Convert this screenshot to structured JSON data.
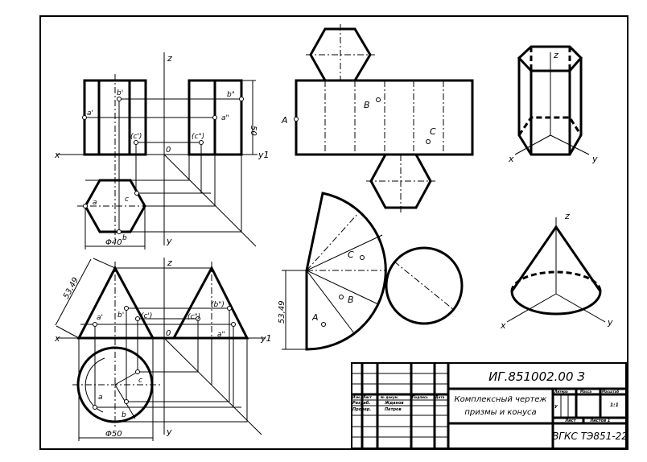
{
  "title_block": {
    "doc_number": "ИГ.851002.00 З",
    "title_line1": "Комплексный чертеж",
    "title_line2": "призмы и конуса",
    "organization": "ВГКС ТЭ851-22",
    "col_headers": [
      "Изм.",
      "Лист",
      "№ докум.",
      "Подпись",
      "Дата"
    ],
    "row_labels": [
      "Разраб.",
      "Провер."
    ],
    "names": [
      "Жданов",
      "Петров"
    ],
    "lit_header": "Литера",
    "mass_header": "Масса",
    "scale_header": "Масштаб",
    "lit_value": "У",
    "scale_value": "1:1",
    "sheet_label": "Лист",
    "sheets_label": "Листов 1"
  },
  "prism_views": {
    "axis_z": "z",
    "axis_x": "x",
    "axis_y": "y",
    "axis_y1": "y1",
    "origin": "0",
    "labels": [
      "b'",
      "a'",
      "(c')",
      "(c\")",
      "b\"",
      "a\"",
      "a",
      "c",
      "b"
    ],
    "dim_height": "50",
    "dim_diameter": "Φ40"
  },
  "cone_views": {
    "axis_z": "z",
    "axis_x": "x",
    "axis_y": "y",
    "axis_y1": "y1",
    "origin": "0",
    "labels": [
      "a'",
      "b'",
      "(c')",
      "(c\")",
      "(b\")",
      "a\"",
      "a",
      "c",
      "b"
    ],
    "dim_generatrix": "53,49",
    "dim_diameter": "Φ50"
  },
  "prism_net": {
    "labels": [
      "A",
      "B",
      "C"
    ]
  },
  "cone_net": {
    "labels": [
      "A",
      "B",
      "C"
    ],
    "dim": "53,49"
  },
  "iso_prism": {
    "axes": [
      "z",
      "x",
      "y"
    ]
  },
  "iso_cone": {
    "axes": [
      "z",
      "x",
      "y"
    ]
  }
}
